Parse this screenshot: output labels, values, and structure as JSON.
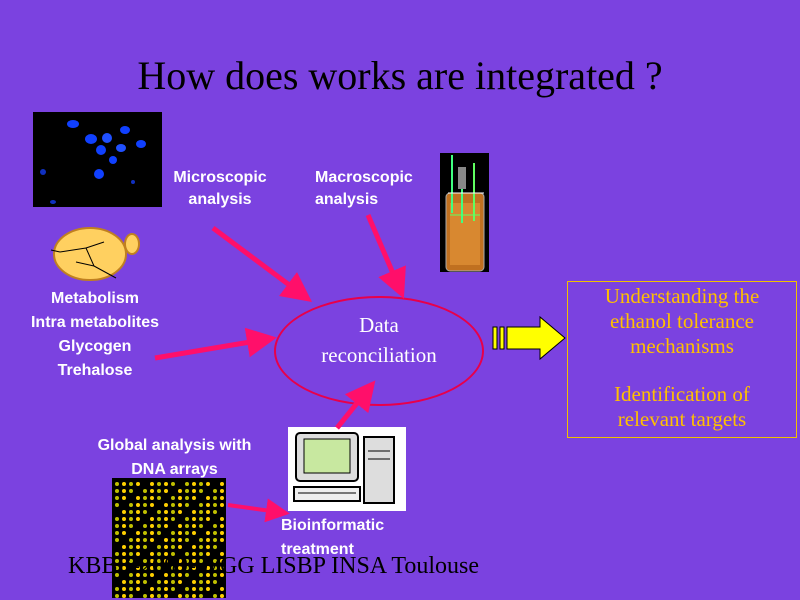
{
  "title": "How does works are integrated ?",
  "microscopic_label": [
    "Microscopic",
    "analysis"
  ],
  "macroscopic_label": [
    "Macroscopic",
    "analysis"
  ],
  "metabolism_label": [
    "Metabolism",
    "Intra metabolites",
    "Glycogen",
    "Trehalose"
  ],
  "global_label": [
    "Global analysis with",
    "DNA arrays"
  ],
  "bioinformatic_label": [
    "Bioinformatic",
    "treatment"
  ],
  "center": [
    "Data",
    "reconciliation"
  ],
  "result": {
    "lines1": [
      "Understanding the",
      "ethanol tolerance",
      "mechanisms"
    ],
    "lines2": [
      "Identification of",
      "relevant targets"
    ]
  },
  "footer": "KBBE-2009-07GG LISBP INSA Toulouse",
  "colors": {
    "background": "#7b42e0",
    "arrow": "#ff0f6a",
    "result_text": "#ffc000",
    "big_arrow": "#ffff00"
  }
}
